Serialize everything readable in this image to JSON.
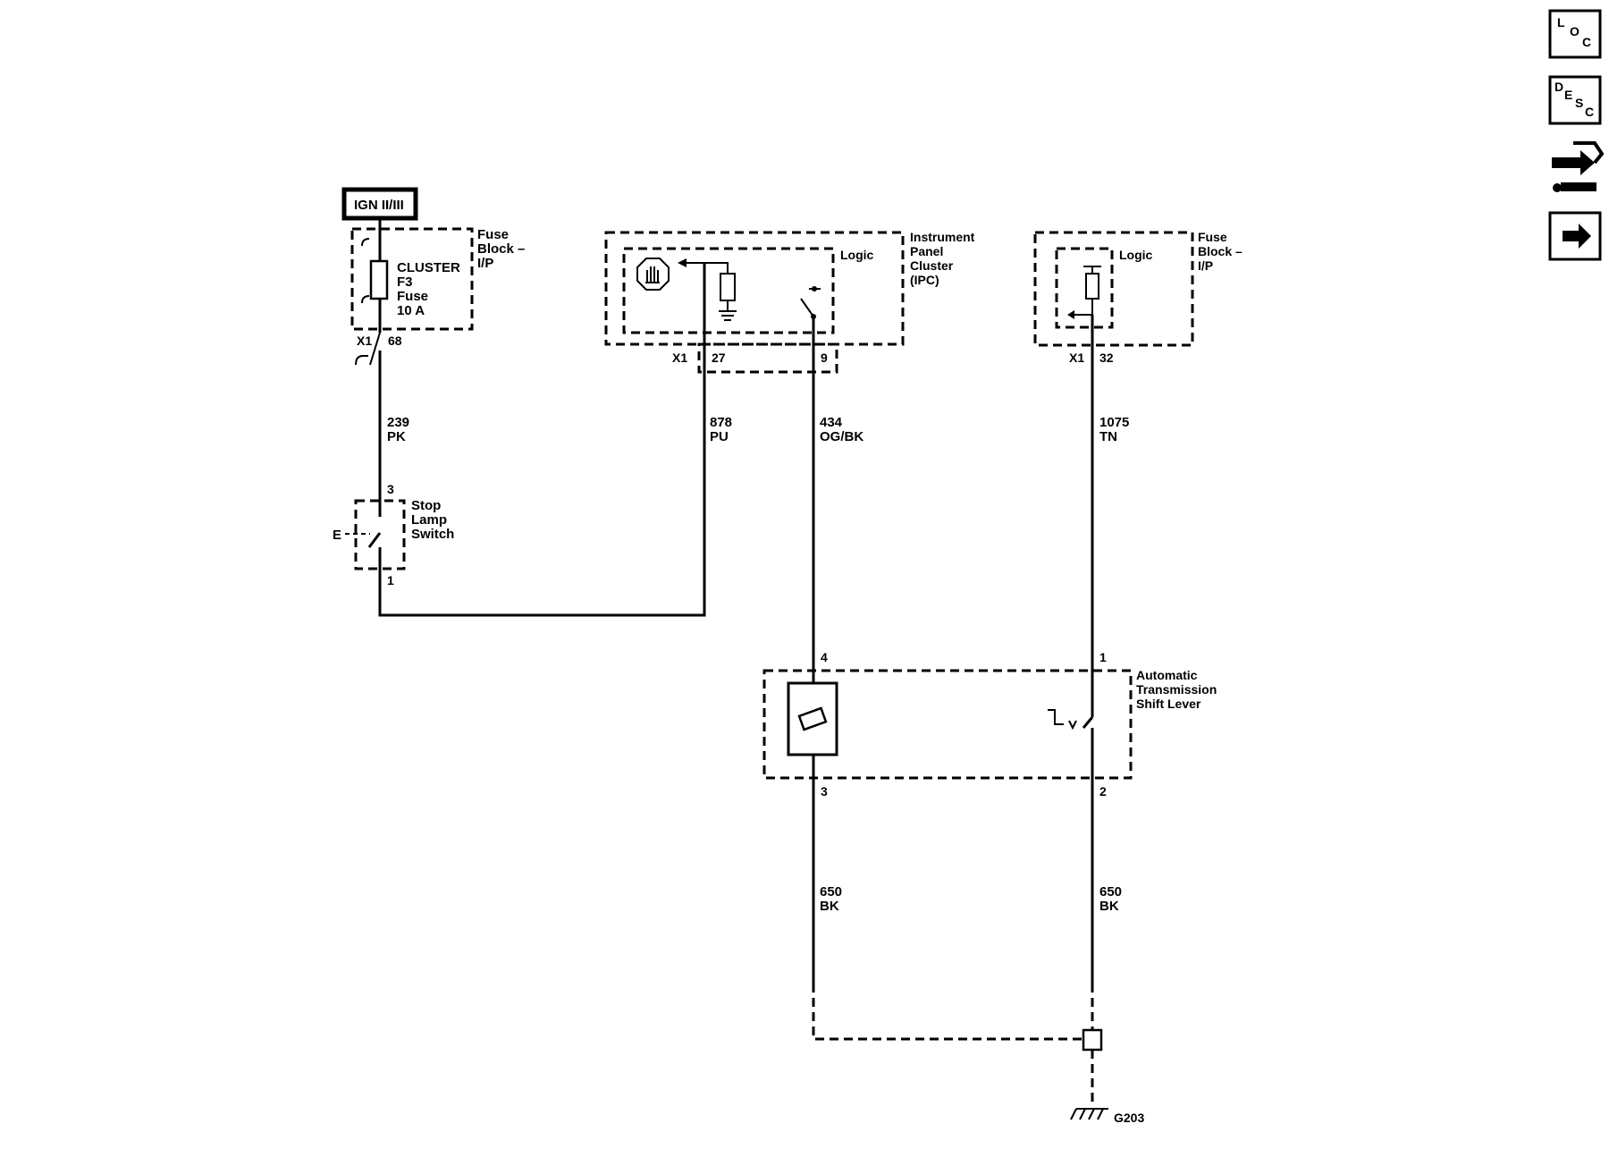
{
  "power_source": {
    "label": "IGN II/III"
  },
  "fuse_block_left": {
    "title_lines": [
      "Fuse",
      "Block –",
      "I/P"
    ],
    "fuse_lines": [
      "CLUSTER",
      "F3",
      "Fuse",
      "10 A"
    ],
    "connector": "X1",
    "pin": "68"
  },
  "ipc": {
    "title_lines": [
      "Instrument",
      "Panel",
      "Cluster",
      "(IPC)"
    ],
    "logic_label": "Logic",
    "connector": "X1",
    "pins": [
      "27",
      "9"
    ]
  },
  "fuse_block_right": {
    "title_lines": [
      "Fuse",
      "Block –",
      "I/P"
    ],
    "logic_label": "Logic",
    "connector": "X1",
    "pin": "32"
  },
  "wires": {
    "w239": {
      "circuit": "239",
      "color": "PK"
    },
    "w878": {
      "circuit": "878",
      "color": "PU"
    },
    "w434": {
      "circuit": "434",
      "color": "OG/BK"
    },
    "w1075": {
      "circuit": "1075",
      "color": "TN"
    },
    "w650a": {
      "circuit": "650",
      "color": "BK"
    },
    "w650b": {
      "circuit": "650",
      "color": "BK"
    }
  },
  "stop_lamp_switch": {
    "title_lines": [
      "Stop",
      "Lamp",
      "Switch"
    ],
    "pin_top": "3",
    "pin_bottom": "1",
    "actuator": "E"
  },
  "shift_lever": {
    "title_lines": [
      "Automatic",
      "Transmission",
      "Shift Lever"
    ],
    "pin_4": "4",
    "pin_3": "3",
    "pin_1": "1",
    "pin_2": "2"
  },
  "ground": {
    "label": "G203"
  },
  "nav": {
    "loc": [
      "L",
      "O",
      "C"
    ],
    "desc": [
      "D",
      "E",
      "S",
      "C"
    ],
    "icons": [
      "connector-icon",
      "next-arrow-icon"
    ]
  }
}
